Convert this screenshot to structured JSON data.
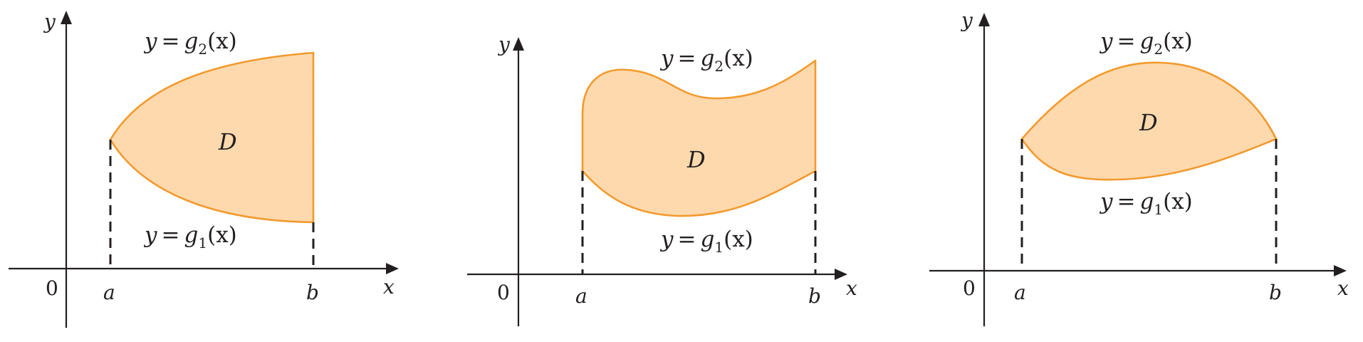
{
  "panels": [
    {
      "y_axis": "y",
      "x_axis": "x",
      "origin": "0",
      "a": "a",
      "b": "b",
      "region": "D",
      "upper_curve": {
        "lhs": "y",
        "eq": "=",
        "fn": "g",
        "sub": "2",
        "arg": "(x)"
      },
      "lower_curve": {
        "lhs": "y",
        "eq": "=",
        "fn": "g",
        "sub": "1",
        "arg": "(x)"
      }
    },
    {
      "y_axis": "y",
      "x_axis": "x",
      "origin": "0",
      "a": "a",
      "b": "b",
      "region": "D",
      "upper_curve": {
        "lhs": "y",
        "eq": "=",
        "fn": "g",
        "sub": "2",
        "arg": "(x)"
      },
      "lower_curve": {
        "lhs": "y",
        "eq": "=",
        "fn": "g",
        "sub": "1",
        "arg": "(x)"
      }
    },
    {
      "y_axis": "y",
      "x_axis": "x",
      "origin": "0",
      "a": "a",
      "b": "b",
      "region": "D",
      "upper_curve": {
        "lhs": "y",
        "eq": "=",
        "fn": "g",
        "sub": "2",
        "arg": "(x)"
      },
      "lower_curve": {
        "lhs": "y",
        "eq": "=",
        "fn": "g",
        "sub": "1",
        "arg": "(x)"
      }
    }
  ],
  "colors": {
    "region_fill": "#fdd9ad",
    "region_stroke": "#f29a2e",
    "ink": "#231f20"
  }
}
